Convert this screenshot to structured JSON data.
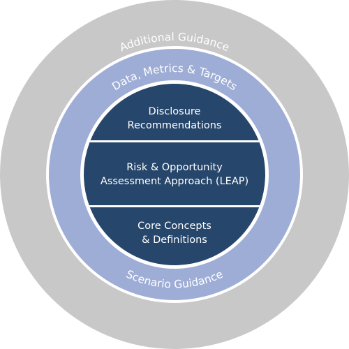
{
  "rings": {
    "outer": {
      "top_label": "Additional Guidance",
      "color": "#c8c8c8"
    },
    "middle": {
      "top_label": "Data, Metrics & Targets",
      "bottom_label": "Scenario Guidance",
      "color": "#9eadd6"
    },
    "separator_color": "#ffffff"
  },
  "core": {
    "color": "#26466b",
    "segments": [
      {
        "lines": [
          "Disclosure",
          "Recommendations"
        ]
      },
      {
        "lines": [
          "Risk & Opportunity",
          "Assessment Approach (LEAP)"
        ]
      },
      {
        "lines": [
          "Core Concepts",
          "& Definitions"
        ]
      }
    ]
  }
}
